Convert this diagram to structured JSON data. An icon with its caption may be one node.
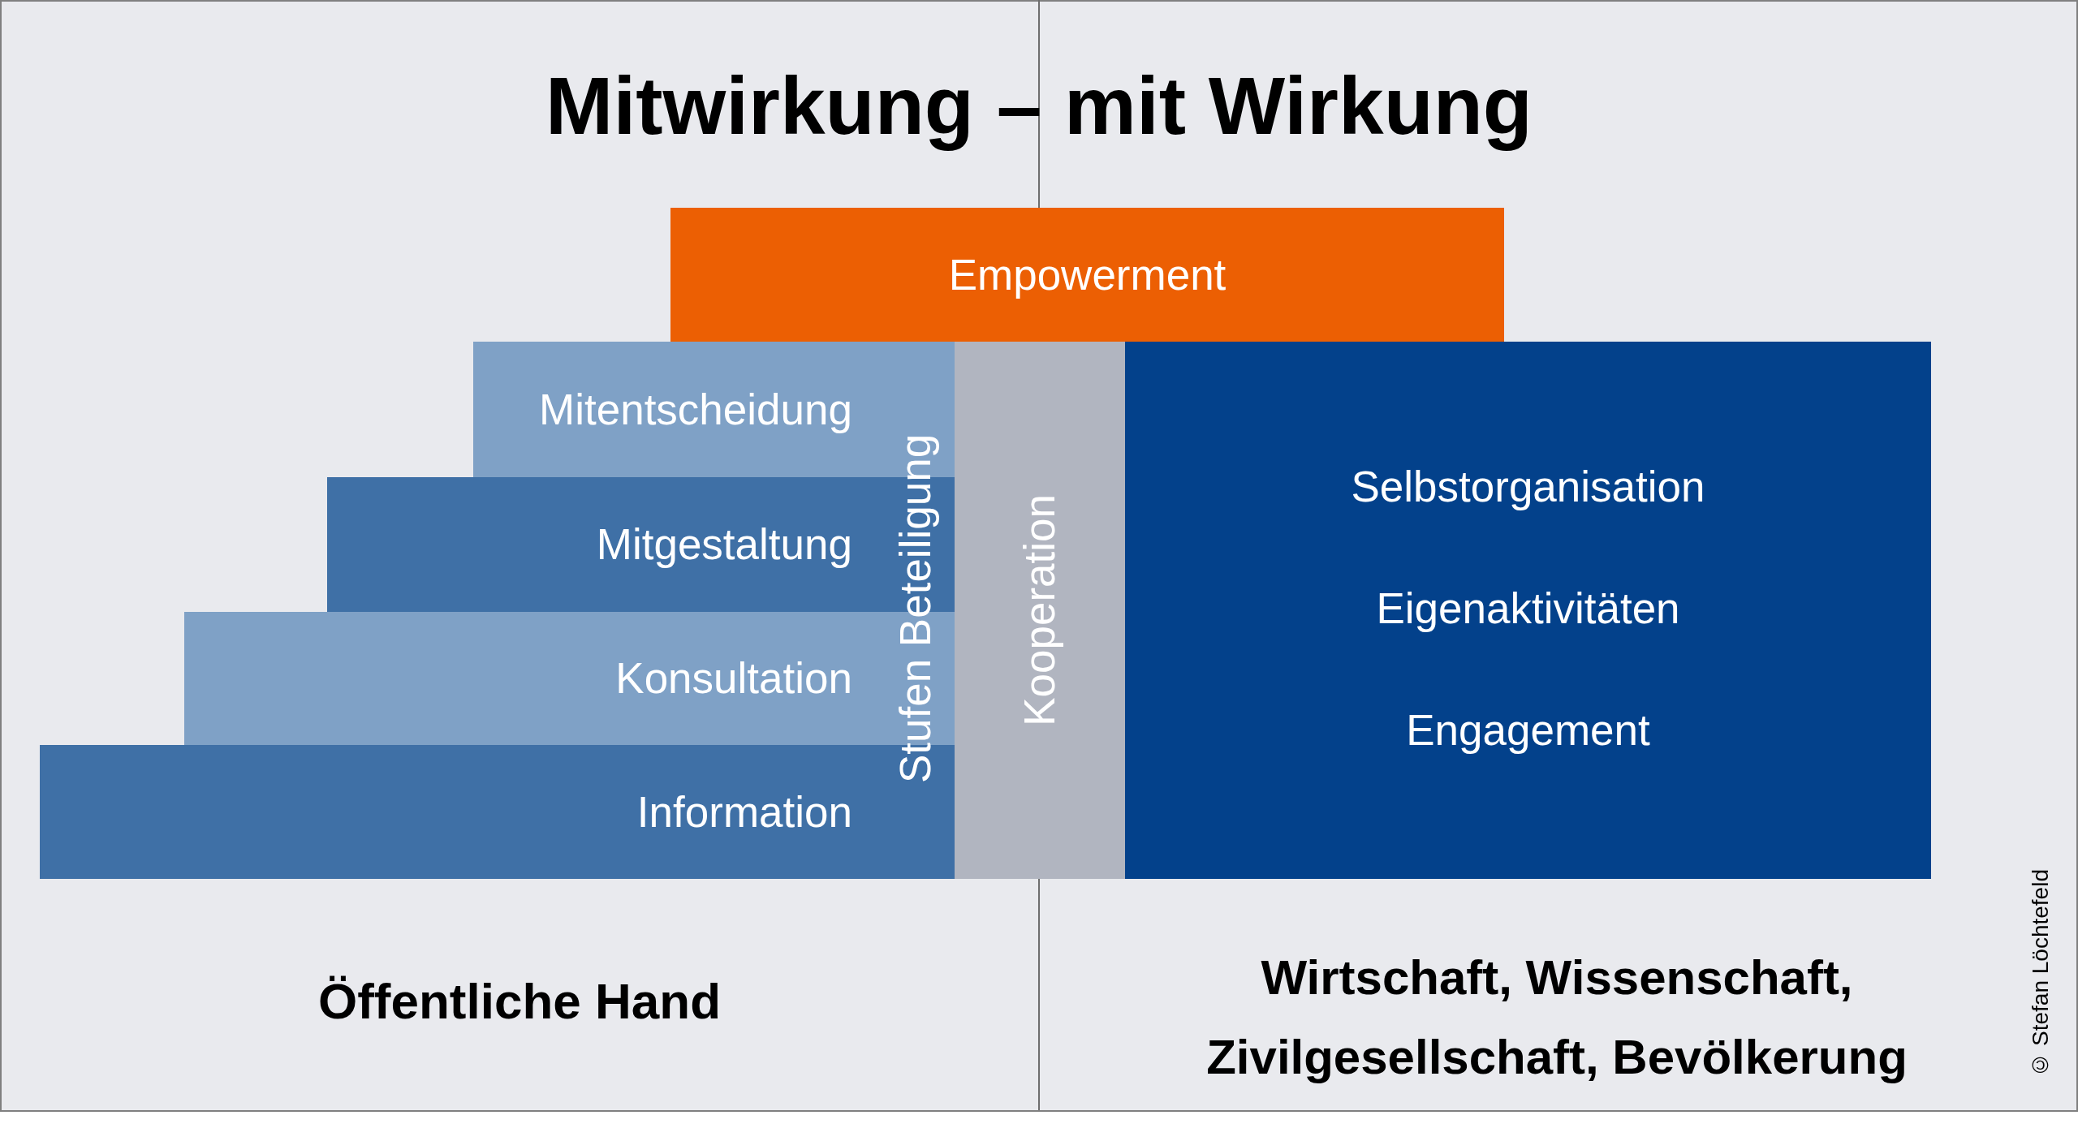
{
  "diagram": {
    "title": "Mitwirkung – mit Wirkung",
    "nodes": [
      {
        "text": [
          "Empowerment"
        ]
      },
      {
        "text": [
          "Mitentscheidung"
        ]
      },
      {
        "text": [
          "Mitgestaltung"
        ]
      },
      {
        "text": [
          "Konsultation"
        ]
      },
      {
        "text": [
          "Information"
        ]
      },
      {
        "text": [
          "Kooperation"
        ]
      },
      {
        "text": [
          "Selbstorganisation",
          "Eigenaktivitäten",
          "Engagement"
        ]
      }
    ],
    "labels": [
      "Stufen Beteiligung",
      "Öffentliche Hand",
      "Wirtschaft, Wissenschaft, Zivilgesellschaft, Bevölkerung",
      "© Stefan Löchtefeld"
    ]
  }
}
